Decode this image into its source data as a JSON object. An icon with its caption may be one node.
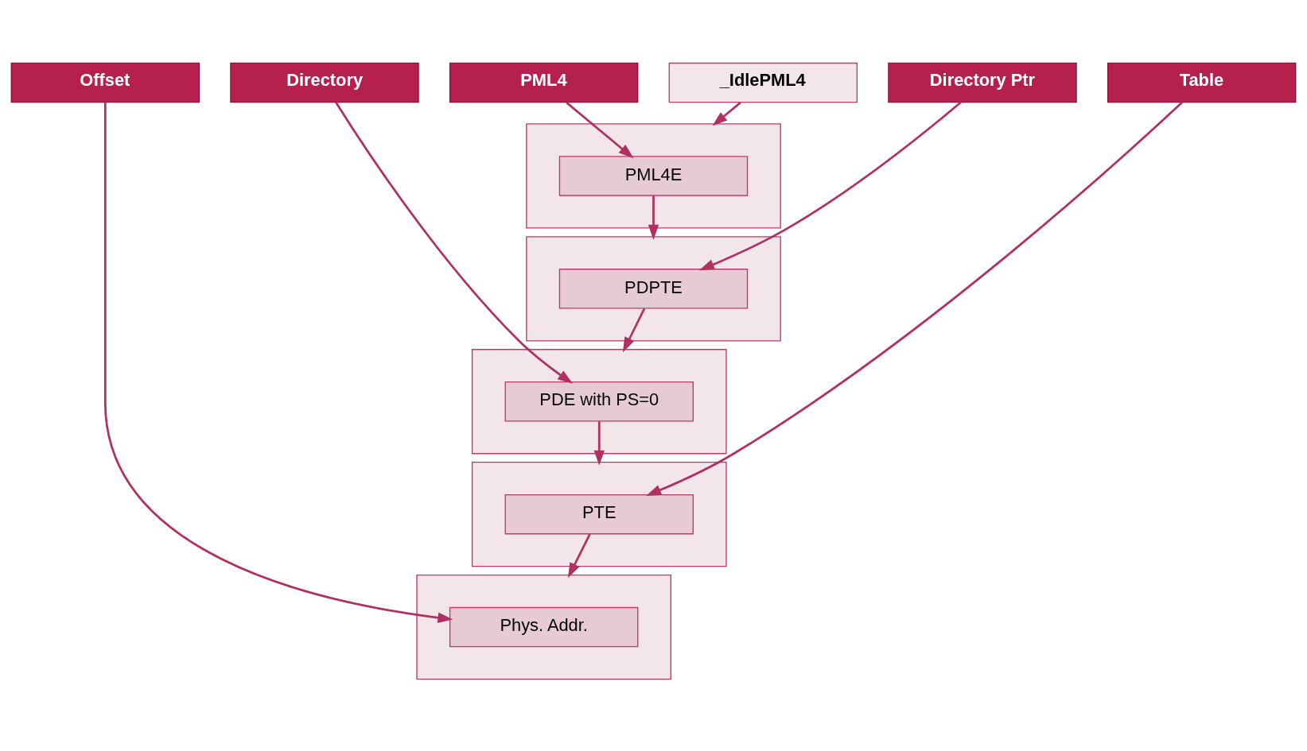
{
  "diagram": {
    "nodes": [
      {
        "text": [
          "PML4"
        ]
      },
      {
        "text": [
          "Directory Ptr"
        ]
      },
      {
        "text": [
          "Directory"
        ]
      },
      {
        "text": [
          "Table"
        ]
      },
      {
        "text": [
          "Offset"
        ]
      },
      {
        "text": [],
        "shape": "box"
      },
      {
        "text": [
          "PML4E"
        ],
        "in": 5
      },
      {
        "text": [],
        "shape": "box"
      },
      {
        "text": [
          "PDPTE"
        ],
        "in": 7
      },
      {
        "text": [],
        "shape": "box"
      },
      {
        "text": [
          "PDE with PS=0"
        ],
        "in": 9
      },
      {
        "text": [],
        "shape": "box"
      },
      {
        "text": [
          "PTE"
        ],
        "in": 11
      },
      {
        "text": [],
        "shape": "box"
      },
      {
        "text": [
          "Phys. Addr."
        ],
        "in": 13
      },
      {
        "text": [
          "_IdlePML4"
        ]
      }
    ],
    "edges": [
      {
        "from": 15,
        "to": 5,
        "arrow": "to"
      },
      {
        "from": 0,
        "to": 6,
        "arrow": "to"
      },
      {
        "from": 6,
        "to": 7,
        "arrow": "to"
      },
      {
        "from": 1,
        "to": 8,
        "arrow": "to"
      },
      {
        "from": 8,
        "to": 9,
        "arrow": "to"
      },
      {
        "from": 2,
        "to": 10,
        "arrow": "to"
      },
      {
        "from": 10,
        "to": 11,
        "arrow": "to"
      },
      {
        "from": 3,
        "to": 12,
        "arrow": "to"
      },
      {
        "from": 12,
        "to": 13,
        "arrow": "to"
      },
      {
        "from": 4,
        "to": 14,
        "arrow": "to"
      }
    ]
  }
}
